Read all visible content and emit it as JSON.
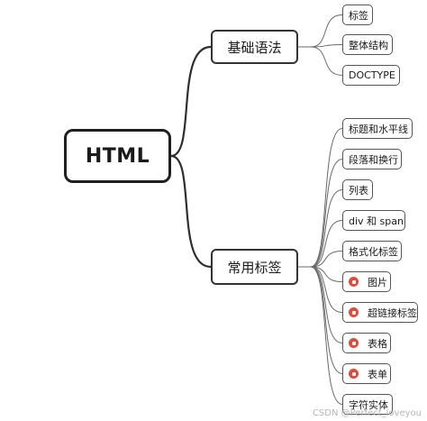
{
  "root": {
    "label": "HTML"
  },
  "branches": [
    {
      "label": "基础语法",
      "children": [
        {
          "label": "标签",
          "flag": false
        },
        {
          "label": "整体结构",
          "flag": false
        },
        {
          "label": "DOCTYPE",
          "flag": false
        }
      ]
    },
    {
      "label": "常用标签",
      "children": [
        {
          "label": "标题和水平线",
          "flag": false
        },
        {
          "label": "段落和换行",
          "flag": false
        },
        {
          "label": "列表",
          "flag": false
        },
        {
          "label": "div 和 span",
          "flag": false
        },
        {
          "label": "格式化标签",
          "flag": false
        },
        {
          "label": "图片",
          "flag": true
        },
        {
          "label": "超链接标签",
          "flag": true
        },
        {
          "label": "表格",
          "flag": true
        },
        {
          "label": "表单",
          "flag": true
        },
        {
          "label": "字符实体",
          "flag": false
        }
      ]
    }
  ],
  "watermark": "CSDN @Perfect_loveyou",
  "colors": {
    "flag": "#e24a3b",
    "line": "#2e2e2e",
    "border": "#333333"
  },
  "icons": {
    "flag": "flag-icon"
  }
}
